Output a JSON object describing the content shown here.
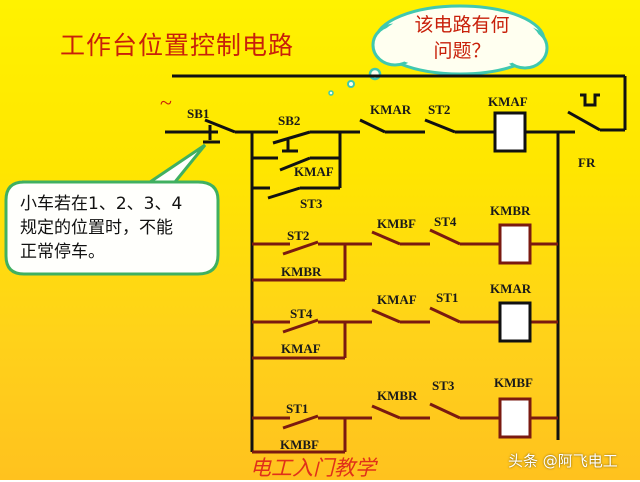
{
  "slide": {
    "title": "工作台位置控制电路",
    "thought_bubble": {
      "line1": "该电路有何",
      "line2": "问题？"
    },
    "callout": {
      "line1": "小车若在1、2、3、4",
      "line2": "规定的位置时，不能",
      "line3": "正常停车。"
    },
    "watermark": "电工入门教学",
    "source_credit": "头条 @阿飞电工",
    "power_symbol": "~"
  },
  "colors": {
    "background_top": "#fff200",
    "background_bottom": "#ffc21e",
    "title_red": "#c8200a",
    "wire_black": "#111111",
    "wire_darkred": "#7a1a10",
    "cloud_border": "#40c8b0",
    "callout_border": "#40b060"
  },
  "circuit": {
    "labels": {
      "sb1": "SB1",
      "sb2": "SB2",
      "kmaf_hold": "KMAF",
      "st3_top": "ST3",
      "row1_kmar": "KMAR",
      "row1_st2": "ST2",
      "row1_coil": "KMAF",
      "fr": "FR",
      "row2_st2": "ST2",
      "row2_kmbr_hold": "KMBR",
      "row2_kmbf": "KMBF",
      "row2_st4": "ST4",
      "row2_coil": "KMBR",
      "row3_st4": "ST4",
      "row3_kmaf_hold": "KMAF",
      "row3_kmaf": "KMAF",
      "row3_st1": "ST1",
      "row3_coil": "KMAR",
      "row4_st1": "ST1",
      "row4_kmbf_hold": "KMBF",
      "row4_kmbr": "KMBR",
      "row4_st3": "ST3",
      "row4_coil": "KMBF"
    }
  }
}
